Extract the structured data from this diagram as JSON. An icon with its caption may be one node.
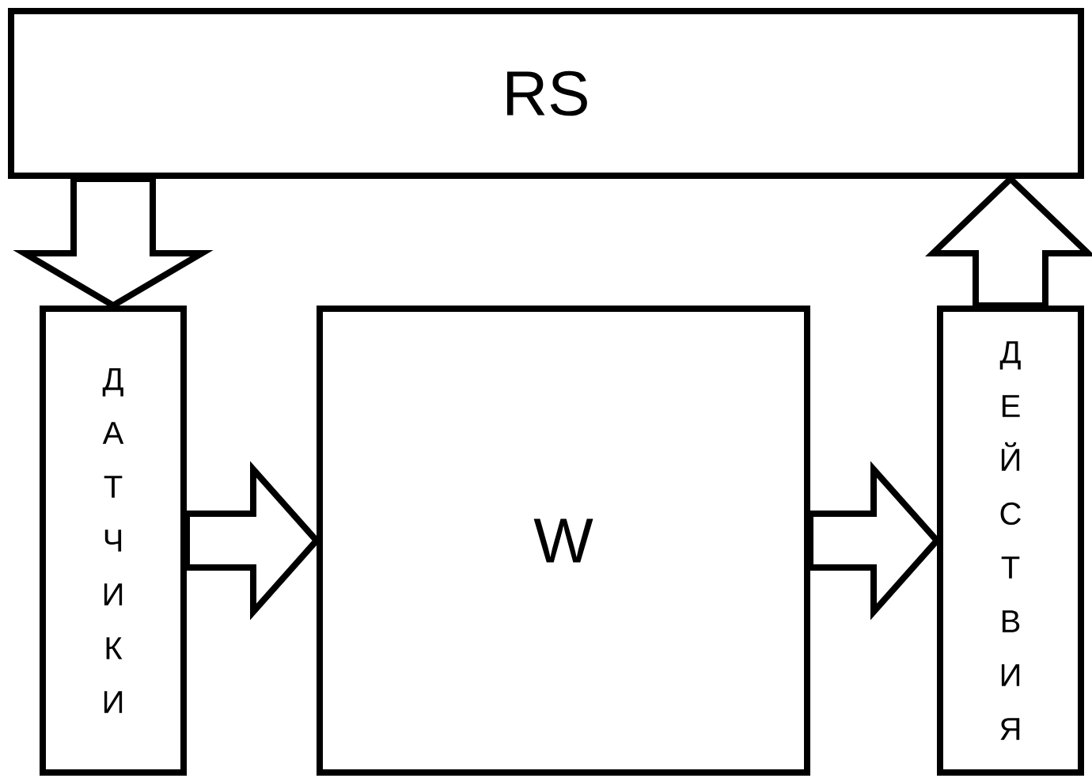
{
  "diagram": {
    "nodes": [
      {
        "text": [
          "RS"
        ]
      },
      {
        "text": [
          "ДАТЧИКИ"
        ]
      },
      {
        "text": [
          "W"
        ]
      },
      {
        "text": [
          "ДЕЙСТВИЯ"
        ]
      }
    ],
    "edges": [
      {
        "from": 0,
        "to": 1,
        "arrow": "to"
      },
      {
        "from": 1,
        "to": 2,
        "arrow": "to"
      },
      {
        "from": 2,
        "to": 3,
        "arrow": "to"
      },
      {
        "from": 3,
        "to": 0,
        "arrow": "to"
      }
    ]
  }
}
